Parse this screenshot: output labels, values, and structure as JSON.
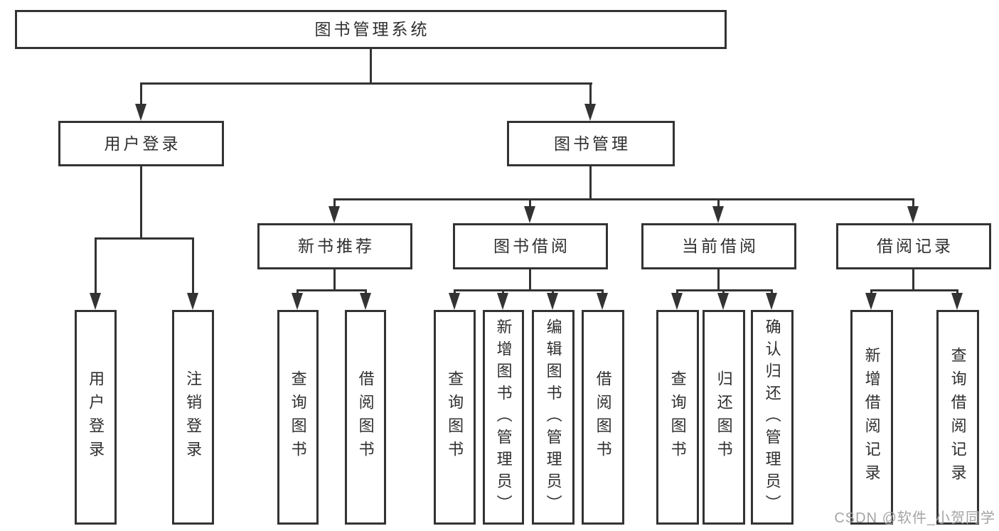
{
  "diagram": {
    "title": "图书管理系统",
    "root": {
      "label": "图书管理系统"
    },
    "level2": [
      {
        "label": "用户登录"
      },
      {
        "label": "图书管理"
      }
    ],
    "level3": [
      {
        "label": "新书推荐",
        "parent": "图书管理"
      },
      {
        "label": "图书借阅",
        "parent": "图书管理"
      },
      {
        "label": "当前借阅",
        "parent": "图书管理"
      },
      {
        "label": "借阅记录",
        "parent": "图书管理"
      }
    ],
    "level4": [
      {
        "label": "用户登录",
        "parent": "用户登录"
      },
      {
        "label": "注销登录",
        "parent": "用户登录"
      },
      {
        "label": "查询图书",
        "parent": "新书推荐"
      },
      {
        "label": "借阅图书",
        "parent": "新书推荐"
      },
      {
        "label": "查询图书",
        "parent": "图书借阅"
      },
      {
        "label": "新增图书（管理员）",
        "parent": "图书借阅"
      },
      {
        "label": "编辑图书（管理员）",
        "parent": "图书借阅"
      },
      {
        "label": "借阅图书",
        "parent": "图书借阅"
      },
      {
        "label": "查询图书",
        "parent": "当前借阅"
      },
      {
        "label": "归还图书",
        "parent": "当前借阅"
      },
      {
        "label": "确认归还（管理员）",
        "parent": "当前借阅"
      },
      {
        "label": "新增借阅记录",
        "parent": "借阅记录"
      },
      {
        "label": "查询借阅记录",
        "parent": "借阅记录"
      }
    ]
  },
  "watermark": {
    "text": "CSDN @软件_小贺同学"
  },
  "colors": {
    "line": "#333333",
    "text": "#2f2f2f",
    "watermark": "#a4a4a4",
    "background": "#ffffff"
  }
}
